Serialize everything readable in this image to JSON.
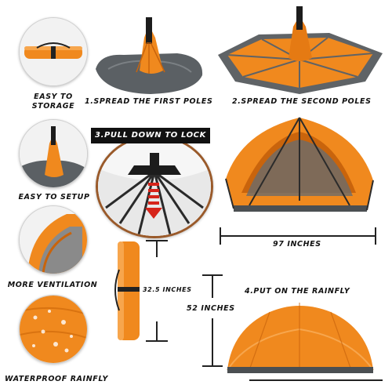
{
  "captions": {
    "easy_to_storage": "EASY TO STORAGE",
    "spread_first": "1.SPREAD THE FIRST POLES",
    "spread_second": "2.SPREAD THE SECOND POLES",
    "pull_down": "3.PULL DOWN TO LOCK",
    "easy_setup": "EASY TO SETUP",
    "more_ventilation": "MORE VENTILATION",
    "waterproof": "WATERPROOF RAINFLY",
    "put_rainfly": "4.PUT ON THE RAINFLY"
  },
  "dimensions": {
    "width": "97 INCHES",
    "height": "52 INCHES",
    "bag_length": "32.5 INCHES"
  },
  "colors": {
    "orange": "#f0891e",
    "dark_orange": "#c9640c",
    "gray": "#5f6366",
    "dark": "#1c1c1c",
    "arrow_red": "#d6241a"
  }
}
